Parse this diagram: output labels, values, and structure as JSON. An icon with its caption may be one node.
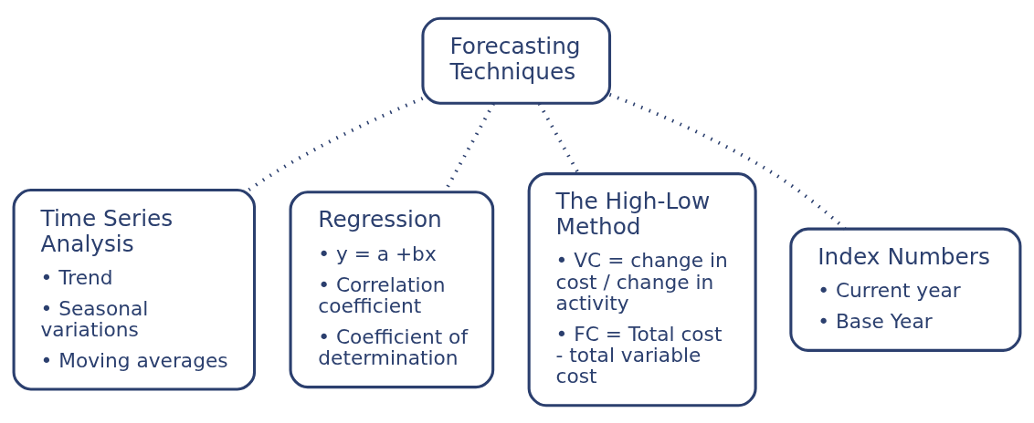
{
  "diagram": {
    "nodes": [
      {
        "text": [
          "Forecasting Techniques"
        ]
      },
      {
        "text": [
          "Time Series Analysis",
          "• Trend",
          "• Seasonal variations",
          "• Moving averages"
        ]
      },
      {
        "text": [
          "Regression",
          "• y = a +bx",
          "• Correlation coefficient",
          "• Coefficient of determination"
        ]
      },
      {
        "text": [
          "The High-Low Method",
          "• VC = change in cost / change in activity",
          "• FC = Total cost - total variable cost"
        ]
      },
      {
        "text": [
          "Index Numbers",
          "• Current year",
          "• Base Year"
        ]
      }
    ],
    "edges": [
      {
        "from": 0,
        "to": 1,
        "arrow": "none",
        "style": "dashed"
      },
      {
        "from": 0,
        "to": 2,
        "arrow": "none",
        "style": "dashed"
      },
      {
        "from": 0,
        "to": 3,
        "arrow": "none",
        "style": "dashed"
      },
      {
        "from": 0,
        "to": 4,
        "arrow": "none",
        "style": "dashed"
      }
    ]
  }
}
